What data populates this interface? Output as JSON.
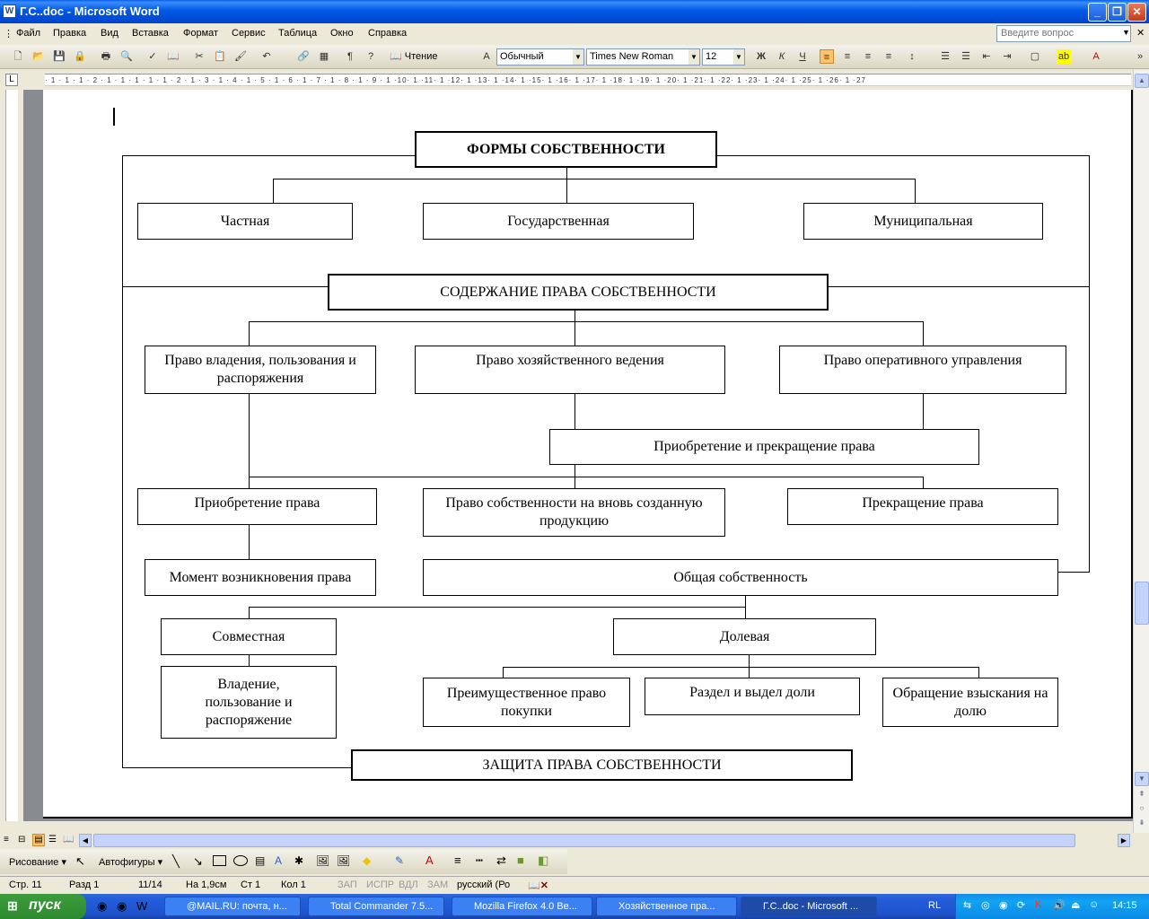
{
  "window": {
    "title": "Г.С..doc - Microsoft Word"
  },
  "menu": [
    "Файл",
    "Правка",
    "Вид",
    "Вставка",
    "Формат",
    "Сервис",
    "Таблица",
    "Окно",
    "Справка"
  ],
  "ask_placeholder": "Введите вопрос",
  "toolbar": {
    "reading_label": "Чтение",
    "style_value": "Обычный",
    "font_value": "Times New Roman",
    "size_value": "12"
  },
  "document": {
    "forms_title": "ФОРМЫ СОБСТВЕННОСТИ",
    "forms": [
      "Частная",
      "Государственная",
      "Муниципальная"
    ],
    "content_title": "СОДЕРЖАНИЕ ПРАВА СОБСТВЕННОСТИ",
    "rights": [
      "Право владения, пользования и распоряжения",
      "Право хозяйственного ведения",
      "Право оперативного управления"
    ],
    "acq_term": "Приобретение и прекращение права",
    "acquisition": "Приобретение права",
    "new_product": "Право собственности на вновь созданную продукцию",
    "termination": "Прекращение права",
    "moment": "Момент возникновения права",
    "common": "Общая собственность",
    "joint": "Совместная",
    "shared": "Долевая",
    "joint_sub": "Владение, пользование и распоряжение",
    "shared_subs": [
      "Преимущественное право покупки",
      "Раздел и выдел доли",
      "Обращение взыскания на долю"
    ],
    "protection": "ЗАЩИТА ПРАВА СОБСТВЕННОСТИ"
  },
  "drawing_toolbar": {
    "drawing": "Рисование",
    "autoshapes": "Автофигуры"
  },
  "status": {
    "page": "Стр. 11",
    "section": "Разд 1",
    "pages": "11/14",
    "at": "На 1,9см",
    "line": "Ст 1",
    "col": "Кол 1",
    "rec": "ЗАП",
    "trk": "ИСПР",
    "ext": "ВДЛ",
    "ovr": "ЗАМ",
    "lang": "русский (Ро"
  },
  "taskbar": {
    "start": "пуск",
    "tasks": [
      "@MAIL.RU: почта, н...",
      "Total Commander 7.5...",
      "Mozilla Firefox 4.0 Be...",
      "Хозяйственное пра...",
      "Г.С..doc - Microsoft ..."
    ],
    "lang": "RL",
    "clock": "14:15"
  },
  "colors": {
    "titlebar": "#0058E6",
    "taskbar": "#245DDB",
    "start": "#2F8A2F"
  }
}
